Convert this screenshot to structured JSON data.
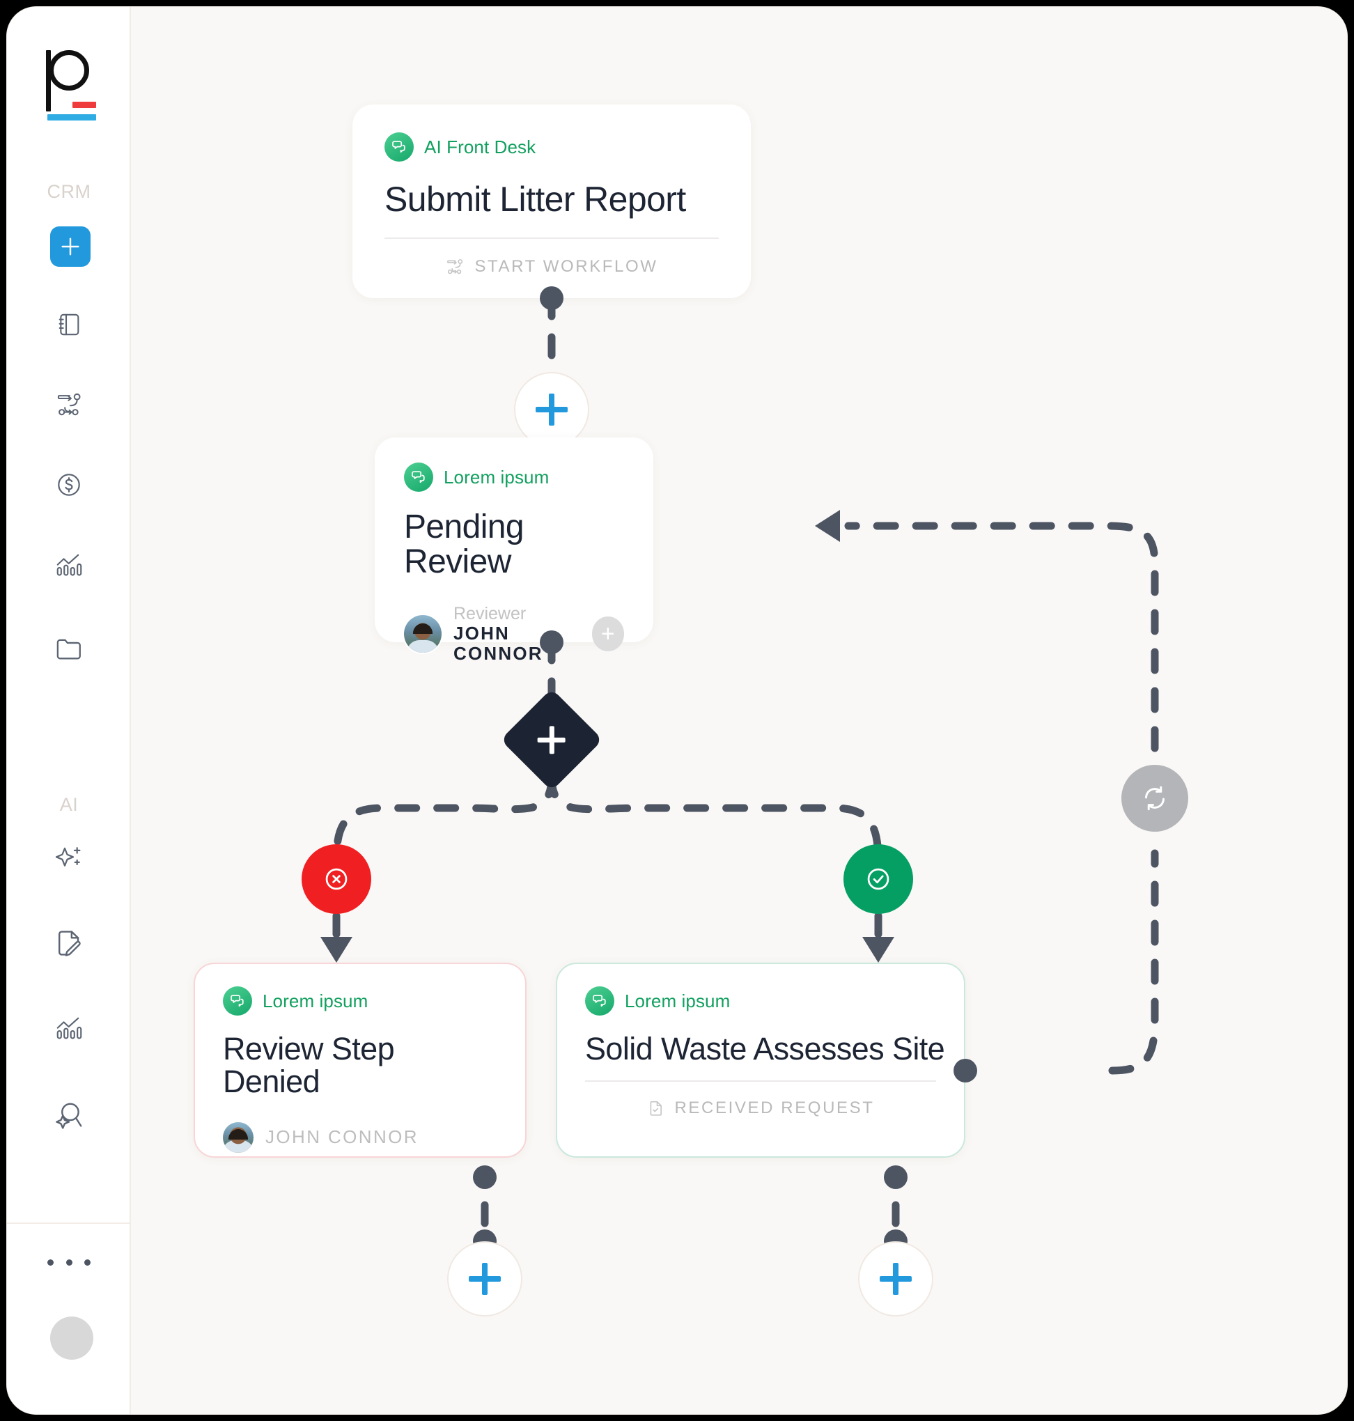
{
  "app": {
    "logo_name": "paperless-logo",
    "background_color": "#faf8f6",
    "accent_blue": "#2299dd",
    "accent_green": "#12a05f",
    "accent_red": "#f01f22",
    "accent_navy": "#1c2333"
  },
  "sidebar": {
    "groups": [
      {
        "label": "CRM"
      },
      {
        "label": "AI"
      }
    ],
    "crm_items": [
      {
        "icon": "plus-icon",
        "active": true
      },
      {
        "icon": "address-book-icon",
        "active": false
      },
      {
        "icon": "workflow-route-icon",
        "active": false
      },
      {
        "icon": "dollar-circle-icon",
        "active": false
      },
      {
        "icon": "analytics-chart-icon",
        "active": false
      },
      {
        "icon": "folder-icon",
        "active": false
      }
    ],
    "ai_items": [
      {
        "icon": "sparkle-plus-icon",
        "active": false
      },
      {
        "icon": "document-edit-icon",
        "active": false
      },
      {
        "icon": "analytics-chart-icon",
        "active": false
      },
      {
        "icon": "search-sparkle-icon",
        "active": false
      }
    ],
    "more_label": "more-options",
    "avatar_label": "user-avatar"
  },
  "workflow": {
    "nodes": {
      "start": {
        "badge_label": "AI Front Desk",
        "badge_icon": "chat-bubbles-icon",
        "title": "Submit Litter Report",
        "footer_label": "START WORKFLOW",
        "footer_icon": "workflow-route-icon"
      },
      "review": {
        "badge_label": "Lorem ipsum",
        "badge_icon": "chat-bubbles-icon",
        "title": "Pending Review",
        "assignee_role": "Reviewer",
        "assignee_name": "JOHN CONNOR",
        "add_assignee_label": "+"
      },
      "denied": {
        "badge_label": "Lorem ipsum",
        "badge_icon": "chat-bubbles-icon",
        "title": "Review Step Denied",
        "assignee_name": "JOHN CONNOR",
        "state": "denied"
      },
      "approved": {
        "badge_label": "Lorem ipsum",
        "badge_icon": "chat-bubbles-icon",
        "title": "Solid Waste Assesses Site",
        "footer_label": "RECEIVED REQUEST",
        "footer_icon": "document-check-icon",
        "state": "approved"
      }
    },
    "controls": {
      "add_step_label": "+",
      "decision_label": "+",
      "deny_branch_icon": "circle-x-icon",
      "approve_branch_icon": "circle-check-icon",
      "loop_back_icon": "refresh-sync-icon"
    }
  }
}
